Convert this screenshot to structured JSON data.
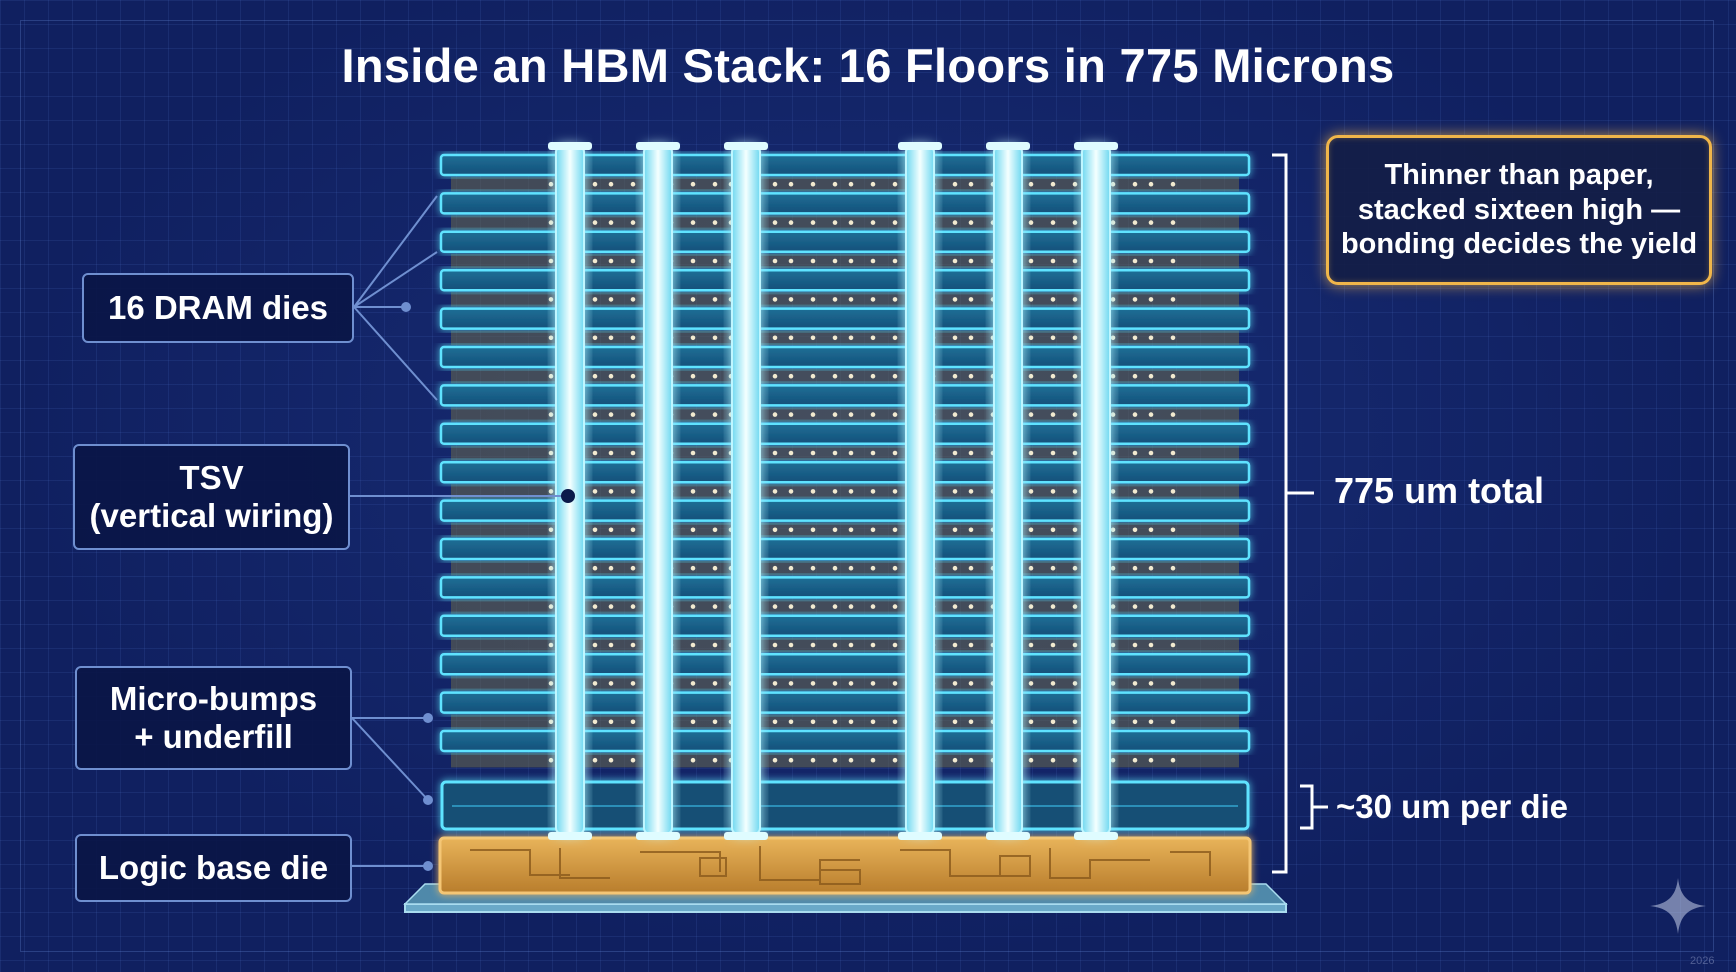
{
  "title": "Inside an HBM Stack: 16 Floors in 775 Microns",
  "labels": {
    "dram_dies": "16 DRAM dies",
    "tsv_line1": "TSV",
    "tsv_line2": "(vertical wiring)",
    "bumps_line1": "Micro-bumps",
    "bumps_line2": "+ underfill",
    "logic_base": "Logic base die"
  },
  "callout": {
    "line1": "Thinner than paper,",
    "line2": "stacked sixteen high —",
    "line3": "bonding decides the yield"
  },
  "dimensions": {
    "total": "775 um total",
    "per_die": "~30 um per die"
  },
  "stack": {
    "dram_die_count": 16,
    "tsv_pillar_count": 6
  },
  "watermark": "2026",
  "colors": {
    "background": "#102060",
    "die_outline": "#5fe3ff",
    "tsv_glow": "#bff6ff",
    "logic_die": "#d9a24a",
    "callout_border": "#f0b64a",
    "label_border": "#6f8fd0"
  }
}
